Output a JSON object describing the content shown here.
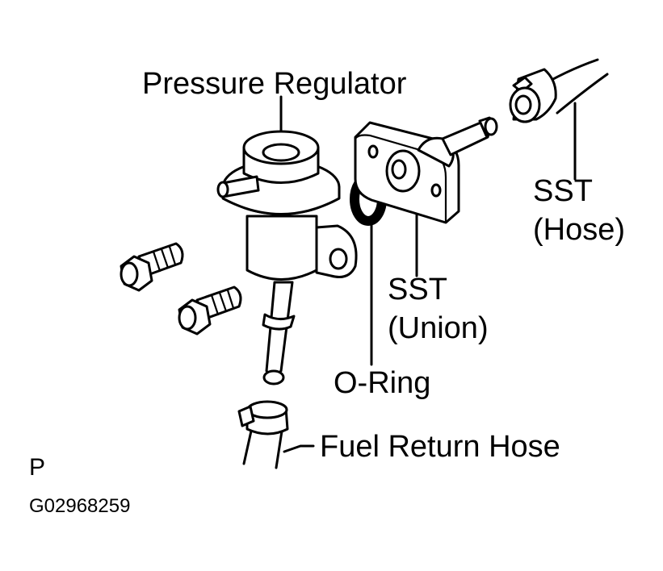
{
  "labels": {
    "pressure_regulator": "Pressure Regulator",
    "sst_hose_1": "SST",
    "sst_hose_2": "(Hose)",
    "sst_union_1": "SST",
    "sst_union_2": "(Union)",
    "o_ring": "O-Ring",
    "fuel_return_hose": "Fuel Return Hose",
    "view_marker": "P",
    "figure_id": "G02968259"
  },
  "colors": {
    "line": "#000000",
    "background": "#ffffff"
  }
}
